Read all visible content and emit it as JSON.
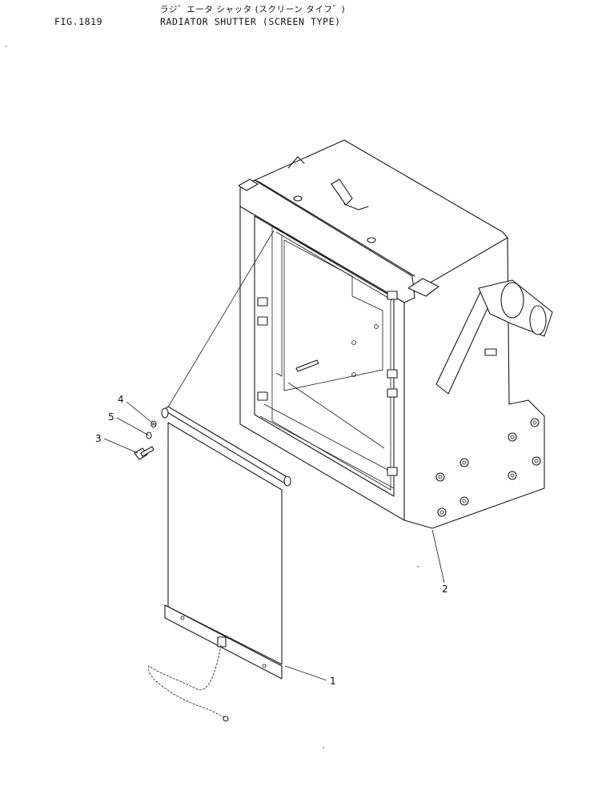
{
  "header": {
    "figure_no": "FIG.1819",
    "title_jp": "ラジ゛エータ シャッタ (スクリーン タイフ゛)",
    "title_en": "RADIATOR SHUTTER (SCREEN TYPE)"
  },
  "callouts": {
    "c1": "1",
    "c2": "2",
    "c3": "3",
    "c4": "4",
    "c5": "5"
  }
}
